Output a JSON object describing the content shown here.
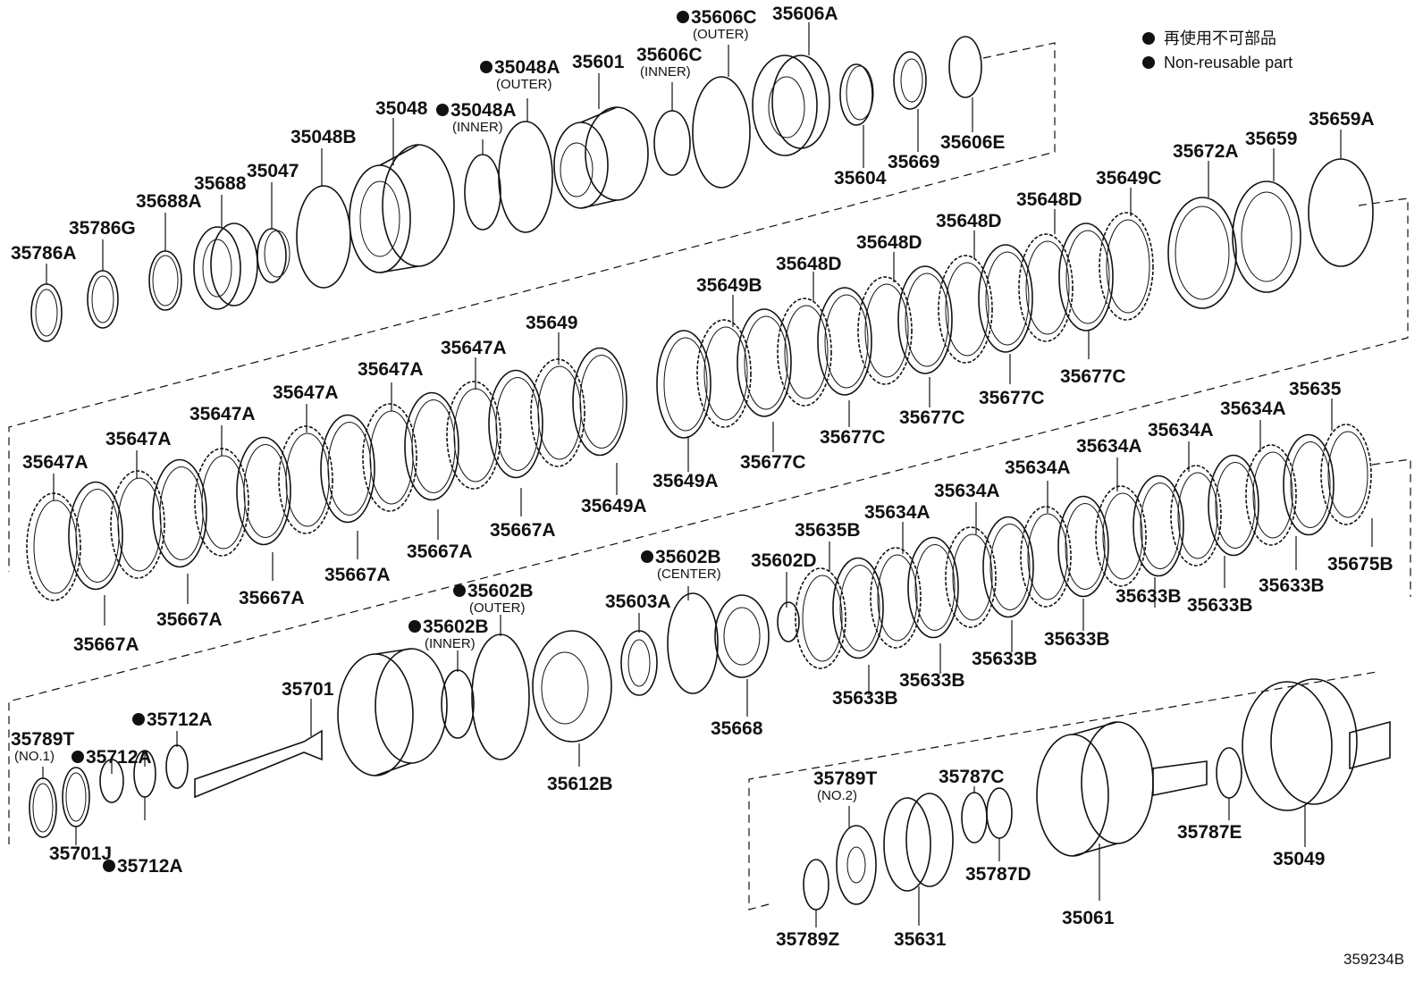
{
  "diagram": {
    "legend": {
      "japanese": "再使用不可部品",
      "english": "Non-reusable part"
    },
    "code": "359234B",
    "labels": [
      {
        "id": "35786A",
        "text": "35786A"
      },
      {
        "id": "35786G",
        "text": "35786G"
      },
      {
        "id": "35688A",
        "text": "35688A"
      },
      {
        "id": "35688",
        "text": "35688"
      },
      {
        "id": "35047",
        "text": "35047"
      },
      {
        "id": "35048B",
        "text": "35048B"
      },
      {
        "id": "35048",
        "text": "35048"
      },
      {
        "id": "35048A-inner",
        "text": "35048A",
        "sub": "(INNER)",
        "dot": true
      },
      {
        "id": "35048A-outer",
        "text": "35048A",
        "sub": "(OUTER)",
        "dot": true
      },
      {
        "id": "35601",
        "text": "35601"
      },
      {
        "id": "35606C-inner",
        "text": "35606C",
        "sub": "(INNER)"
      },
      {
        "id": "35606C-outer",
        "text": "35606C",
        "sub": "(OUTER)",
        "dot": true
      },
      {
        "id": "35606A",
        "text": "35606A"
      },
      {
        "id": "35604",
        "text": "35604"
      },
      {
        "id": "35669",
        "text": "35669"
      },
      {
        "id": "35606E",
        "text": "35606E"
      },
      {
        "id": "35672A",
        "text": "35672A"
      },
      {
        "id": "35659",
        "text": "35659"
      },
      {
        "id": "35659A",
        "text": "35659A"
      },
      {
        "id": "35649C",
        "text": "35649C"
      },
      {
        "id": "35648D-1",
        "text": "35648D"
      },
      {
        "id": "35648D-2",
        "text": "35648D"
      },
      {
        "id": "35648D-3",
        "text": "35648D"
      },
      {
        "id": "35648D-4",
        "text": "35648D"
      },
      {
        "id": "35649B",
        "text": "35649B"
      },
      {
        "id": "35677C-1",
        "text": "35677C"
      },
      {
        "id": "35677C-2",
        "text": "35677C"
      },
      {
        "id": "35677C-3",
        "text": "35677C"
      },
      {
        "id": "35677C-4",
        "text": "35677C"
      },
      {
        "id": "35677C-5",
        "text": "35677C"
      },
      {
        "id": "35649A-1",
        "text": "35649A"
      },
      {
        "id": "35649A-2",
        "text": "35649A"
      },
      {
        "id": "35649",
        "text": "35649"
      },
      {
        "id": "35647A-1",
        "text": "35647A"
      },
      {
        "id": "35647A-2",
        "text": "35647A"
      },
      {
        "id": "35647A-3",
        "text": "35647A"
      },
      {
        "id": "35647A-4",
        "text": "35647A"
      },
      {
        "id": "35647A-5",
        "text": "35647A"
      },
      {
        "id": "35647A-6",
        "text": "35647A"
      },
      {
        "id": "35667A-1",
        "text": "35667A"
      },
      {
        "id": "35667A-2",
        "text": "35667A"
      },
      {
        "id": "35667A-3",
        "text": "35667A"
      },
      {
        "id": "35667A-4",
        "text": "35667A"
      },
      {
        "id": "35667A-5",
        "text": "35667A"
      },
      {
        "id": "35667A-6",
        "text": "35667A"
      },
      {
        "id": "35635",
        "text": "35635"
      },
      {
        "id": "35634A-1",
        "text": "35634A"
      },
      {
        "id": "35634A-2",
        "text": "35634A"
      },
      {
        "id": "35634A-3",
        "text": "35634A"
      },
      {
        "id": "35634A-4",
        "text": "35634A"
      },
      {
        "id": "35634A-5",
        "text": "35634A"
      },
      {
        "id": "35634A-6",
        "text": "35634A"
      },
      {
        "id": "35635B",
        "text": "35635B"
      },
      {
        "id": "35602D",
        "text": "35602D"
      },
      {
        "id": "35675B",
        "text": "35675B"
      },
      {
        "id": "35633B-1",
        "text": "35633B"
      },
      {
        "id": "35633B-2",
        "text": "35633B"
      },
      {
        "id": "35633B-3",
        "text": "35633B"
      },
      {
        "id": "35633B-4",
        "text": "35633B"
      },
      {
        "id": "35633B-5",
        "text": "35633B"
      },
      {
        "id": "35633B-6",
        "text": "35633B"
      },
      {
        "id": "35633B-7",
        "text": "35633B"
      },
      {
        "id": "35602B-center",
        "text": "35602B",
        "sub": "(CENTER)",
        "dot": true
      },
      {
        "id": "35602B-outer",
        "text": "35602B",
        "sub": "(OUTER)",
        "dot": true
      },
      {
        "id": "35602B-inner",
        "text": "35602B",
        "sub": "(INNER)",
        "dot": true
      },
      {
        "id": "35603A",
        "text": "35603A"
      },
      {
        "id": "35668",
        "text": "35668"
      },
      {
        "id": "35612B",
        "text": "35612B"
      },
      {
        "id": "35701",
        "text": "35701"
      },
      {
        "id": "35712A-1",
        "text": "35712A",
        "dot": true
      },
      {
        "id": "35712A-2",
        "text": "35712A",
        "dot": true
      },
      {
        "id": "35712A-3",
        "text": "35712A",
        "dot": true
      },
      {
        "id": "35789T-no1",
        "text": "35789T",
        "sub": "(NO.1)"
      },
      {
        "id": "35701J",
        "text": "35701J"
      },
      {
        "id": "35789T-no2",
        "text": "35789T",
        "sub": "(NO.2)"
      },
      {
        "id": "35787C",
        "text": "35787C"
      },
      {
        "id": "35787D",
        "text": "35787D"
      },
      {
        "id": "35787E",
        "text": "35787E"
      },
      {
        "id": "35789Z",
        "text": "35789Z"
      },
      {
        "id": "35631",
        "text": "35631"
      },
      {
        "id": "35061",
        "text": "35061"
      },
      {
        "id": "35049",
        "text": "35049"
      }
    ]
  }
}
